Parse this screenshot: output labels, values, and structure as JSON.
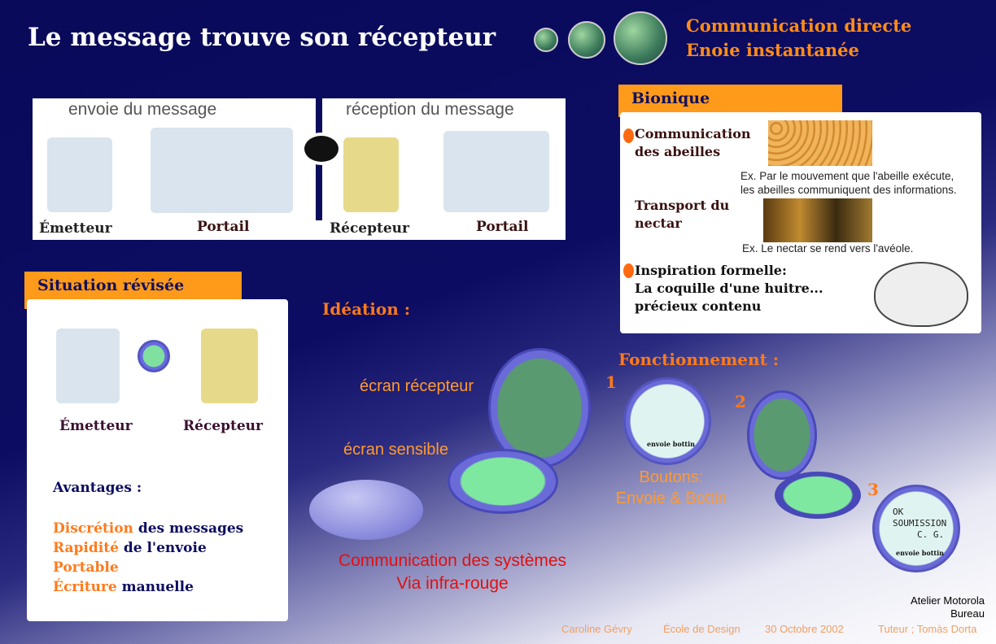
{
  "title": "Le message trouve son récepteur",
  "headline": [
    "Communication directe",
    "Enoie instantanée"
  ],
  "flow": {
    "send_label": "envoie du message",
    "receive_label": "réception du message",
    "figures": [
      "Émetteur",
      "Portail",
      "Récepteur",
      "Portail"
    ]
  },
  "situation": {
    "tab": "Situation révisée",
    "emitter": "Émetteur",
    "receiver": "Récepteur",
    "advantages_title": "Avantages :",
    "advantages": [
      {
        "hl": "Discrétion",
        "rest": " des messages"
      },
      {
        "hl": "Rapidité",
        "rest": " de l'envoie"
      },
      {
        "hl": "Portable",
        "rest": ""
      },
      {
        "hl": "Écriture",
        "rest": " manuelle"
      }
    ]
  },
  "bionique": {
    "tab": "Bionique",
    "item1": [
      "Communication",
      "des abeilles"
    ],
    "ex1": [
      "Ex. Par le mouvement que l'abeille exécute,",
      "les abeilles communiquent des informations."
    ],
    "item2": [
      "Transport du",
      "nectar"
    ],
    "ex2": "Ex. Le nectar se rend vers l'avéole.",
    "item3": [
      "Inspiration formelle:",
      "La coquille d'une huitre...",
      "précieux contenu"
    ]
  },
  "ideation": {
    "title": "Idéation :",
    "screen_receiver": "écran récepteur",
    "screen_touch": "écran sensible",
    "systems": [
      "Communication des systèmes",
      "Via infra-rouge"
    ]
  },
  "fonctionnement": {
    "title": "Fonctionnement :",
    "steps": [
      "1",
      "2",
      "3"
    ],
    "buttons": [
      "Boutons:",
      "Envoie & Bottin"
    ],
    "device_label": "envoie bottin",
    "note": [
      "OK",
      "SOUMISSION",
      "C. G."
    ]
  },
  "footer": {
    "atelier": "Atelier Motorola",
    "bureau": "Bureau",
    "author": "Caroline Gévry",
    "school": "École de Design",
    "date": "30 Octobre 2002",
    "tutor": "Tuteur ; Tomàs Dorta"
  }
}
